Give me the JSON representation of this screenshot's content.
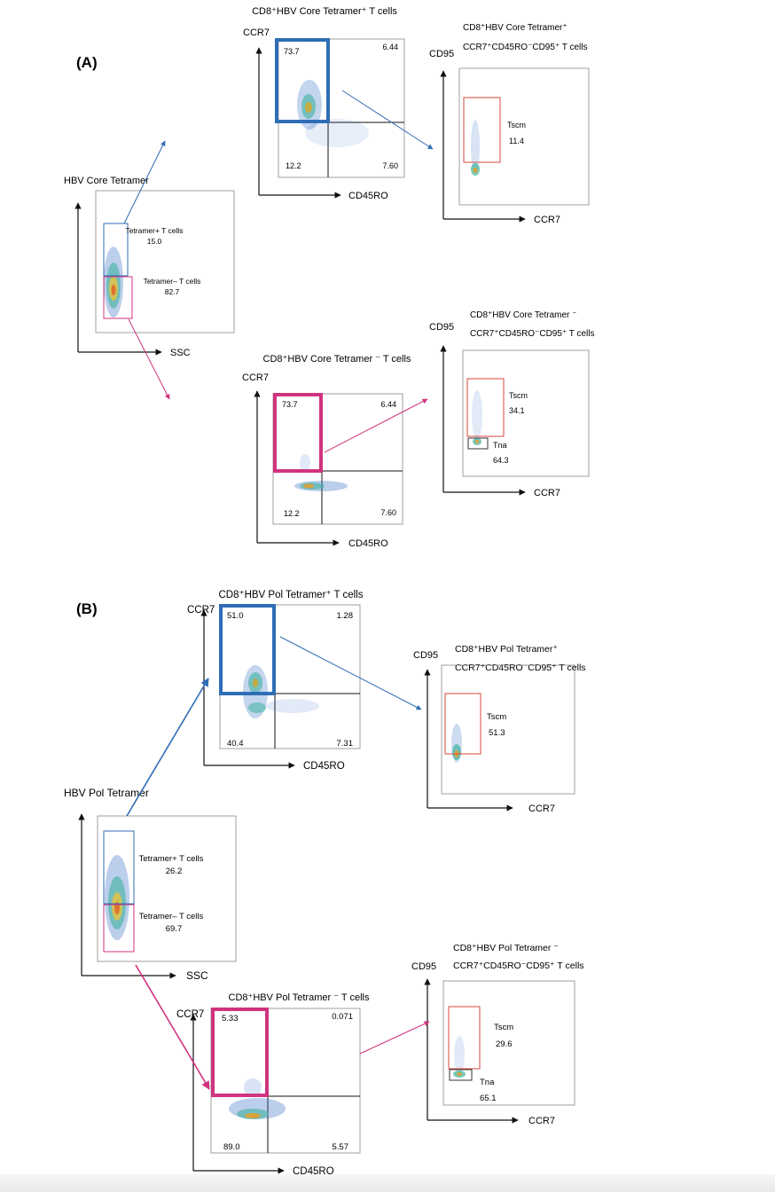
{
  "figure": {
    "panel_a": {
      "label": "(A)",
      "gate_plot": {
        "title": "HBV Core Tetramer",
        "x_axis": "SSC",
        "gates": [
          {
            "name": "Tetramer+ T cells",
            "value": "15.0"
          },
          {
            "name": "Tetramer– T cells",
            "value": "82.7"
          }
        ]
      },
      "pos_quad": {
        "title": "CD8⁺HBV Core Tetramer⁺ T cells",
        "y_axis": "CCR7",
        "x_axis": "CD45RO",
        "quadrants": {
          "ul": "73.7",
          "ur": "6.44",
          "ll": "12.2",
          "lr": "7.60"
        }
      },
      "pos_subset": {
        "title_line1": "CD8⁺HBV Core Tetramer⁺",
        "title_line2": "CCR7⁺CD45RO⁻CD95⁺ T cells",
        "y_axis": "CD95",
        "x_axis": "CCR7",
        "gates": [
          {
            "name": "Tscm",
            "value": "11.4"
          }
        ]
      },
      "neg_quad": {
        "title": "CD8⁺HBV Core Tetramer ⁻ T cells",
        "y_axis": "CCR7",
        "x_axis": "CD45RO",
        "quadrants": {
          "ul": "73.7",
          "ur": "6.44",
          "ll": "12.2",
          "lr": "7.60"
        }
      },
      "neg_subset": {
        "title_line1": "CD8⁺HBV Core Tetramer ⁻",
        "title_line2": "CCR7⁺CD45RO⁻CD95⁺ T cells",
        "y_axis": "CD95",
        "x_axis": "CCR7",
        "gates": [
          {
            "name": "Tscm",
            "value": "34.1"
          },
          {
            "name": "Tna",
            "value": "64.3"
          }
        ]
      }
    },
    "panel_b": {
      "label": "(B)",
      "gate_plot": {
        "title": "HBV Pol Tetramer",
        "x_axis": "SSC",
        "gates": [
          {
            "name": "Tetramer+ T cells",
            "value": "26.2"
          },
          {
            "name": "Tetramer– T cells",
            "value": "69.7"
          }
        ]
      },
      "pos_quad": {
        "title": "CD8⁺HBV Pol Tetramer⁺ T cells",
        "y_axis": "CCR7",
        "x_axis": "CD45RO",
        "quadrants": {
          "ul": "51.0",
          "ur": "1.28",
          "ll": "40.4",
          "lr": "7.31"
        }
      },
      "pos_subset": {
        "title_line1": "CD8⁺HBV Pol Tetramer⁺",
        "title_line2": "CCR7⁺CD45RO⁻CD95⁺ T cells",
        "y_axis": "CD95",
        "x_axis": "CCR7",
        "gates": [
          {
            "name": "Tscm",
            "value": "51.3"
          }
        ]
      },
      "neg_quad": {
        "title": "CD8⁺HBV Pol Tetramer ⁻ T cells",
        "y_axis": "CCR7",
        "x_axis": "CD45RO",
        "quadrants": {
          "ul": "5.33",
          "ur": "0.071",
          "ll": "89.0",
          "lr": "5.57"
        }
      },
      "neg_subset": {
        "title_line1": "CD8⁺HBV Pol Tetramer ⁻",
        "title_line2": "CCR7⁺CD45RO⁻CD95⁺ T cells",
        "y_axis": "CD95",
        "x_axis": "CCR7",
        "gates": [
          {
            "name": "Tscm",
            "value": "29.6"
          },
          {
            "name": "Tna",
            "value": "65.1"
          }
        ]
      }
    },
    "colors": {
      "tetramer_pos": "#2f6db5",
      "tetramer_neg": "#d0337f",
      "tscm_gate": "#d9453b",
      "tna_gate": "#333333",
      "axis": "#111111"
    }
  }
}
